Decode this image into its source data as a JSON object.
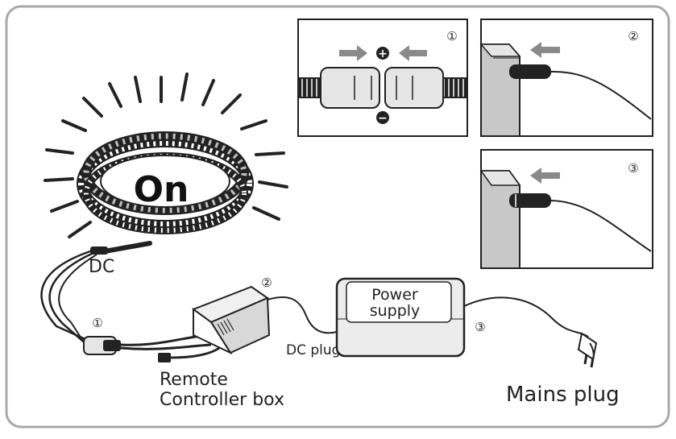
{
  "status_label": "On",
  "labels": {
    "dc": "DC",
    "dc_plug": "DC plug",
    "remote_line1": "Remote",
    "remote_line2": "Controller box",
    "power_line1": "Power",
    "power_line2": "supply",
    "mains_plug": "Mains plug"
  },
  "steps": {
    "one": "①",
    "two": "②",
    "three": "③"
  },
  "polarity": {
    "plus": "+",
    "minus": "−"
  },
  "colors": {
    "line": "#222222",
    "frame": "#9a9a9a",
    "arrow": "#8a8a8a",
    "box_fill": "#e6e6e6",
    "box_side": "#c8c8c8"
  }
}
